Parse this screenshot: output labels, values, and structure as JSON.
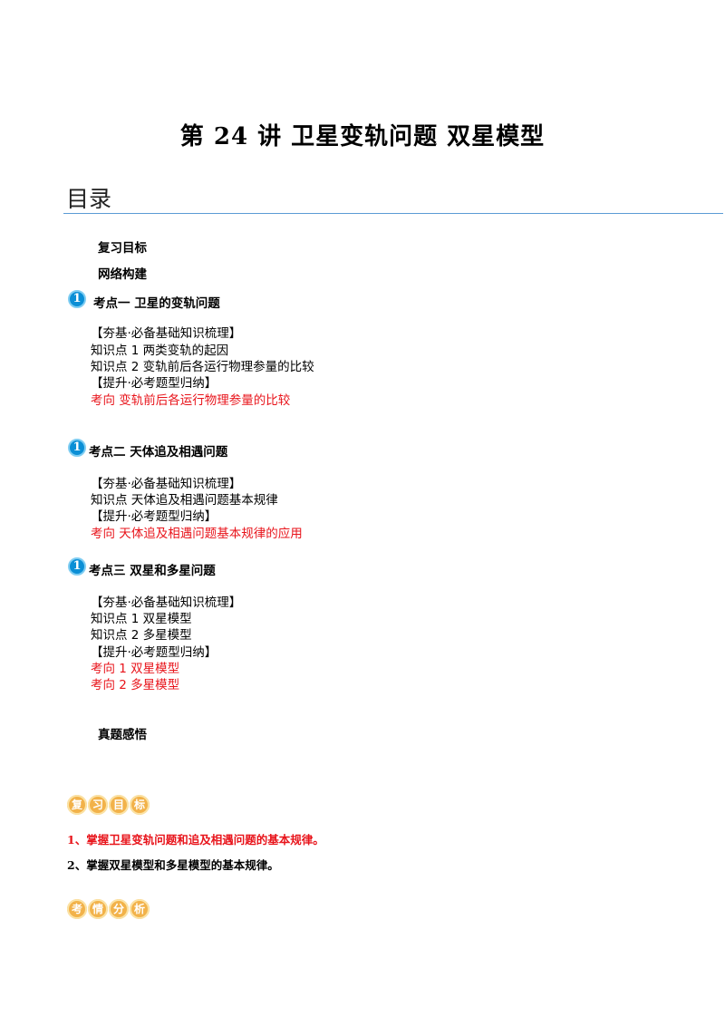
{
  "title": "第 24 讲  卫星变轨问题  双星模型",
  "toc": {
    "heading": "目录",
    "review_goals": "复习目标",
    "network": "网络构建",
    "sections": [
      {
        "badge": "1",
        "title": "考点一    卫星的变轨问题",
        "items": [
          {
            "text": "【夯基·必备基础知识梳理】",
            "red": false
          },
          {
            "text": "知识点 1  两类变轨的起因",
            "red": false
          },
          {
            "text": "知识点 2  变轨前后各运行物理参量的比较",
            "red": false
          },
          {
            "text": "【提升·必考题型归纳】",
            "red": false
          },
          {
            "text": "考向  变轨前后各运行物理参量的比较",
            "red": true
          }
        ]
      },
      {
        "badge": "1",
        "title": "考点二    天体追及相遇问题",
        "items": [
          {
            "text": "【夯基·必备基础知识梳理】",
            "red": false
          },
          {
            "text": "知识点    天体追及相遇问题基本规律",
            "red": false
          },
          {
            "text": "【提升·必考题型归纳】",
            "red": false
          },
          {
            "text": "考向  天体追及相遇问题基本规律的应用",
            "red": true
          }
        ]
      },
      {
        "badge": "1",
        "title": "考点三    双星和多星问题",
        "items": [
          {
            "text": "【夯基·必备基础知识梳理】",
            "red": false
          },
          {
            "text": "知识点 1    双星模型",
            "red": false
          },
          {
            "text": "知识点 2    多星模型",
            "red": false
          },
          {
            "text": "【提升·必考题型归纳】",
            "red": false
          },
          {
            "text": "考向 1  双星模型",
            "red": true
          },
          {
            "text": "考向 2  多星模型",
            "red": true
          }
        ]
      }
    ],
    "real_exam": "真题感悟"
  },
  "review_stamp": [
    "复",
    "习",
    "目",
    "标"
  ],
  "goals": [
    {
      "text": "1、掌握卫星变轨问题和追及相遇问题的基本规律。",
      "color": "#e8141b"
    },
    {
      "text": "2、掌握双星模型和多星模型的基本规律。",
      "color": "#000000"
    }
  ],
  "analysis_stamp": [
    "考",
    "情",
    "分",
    "析"
  ]
}
